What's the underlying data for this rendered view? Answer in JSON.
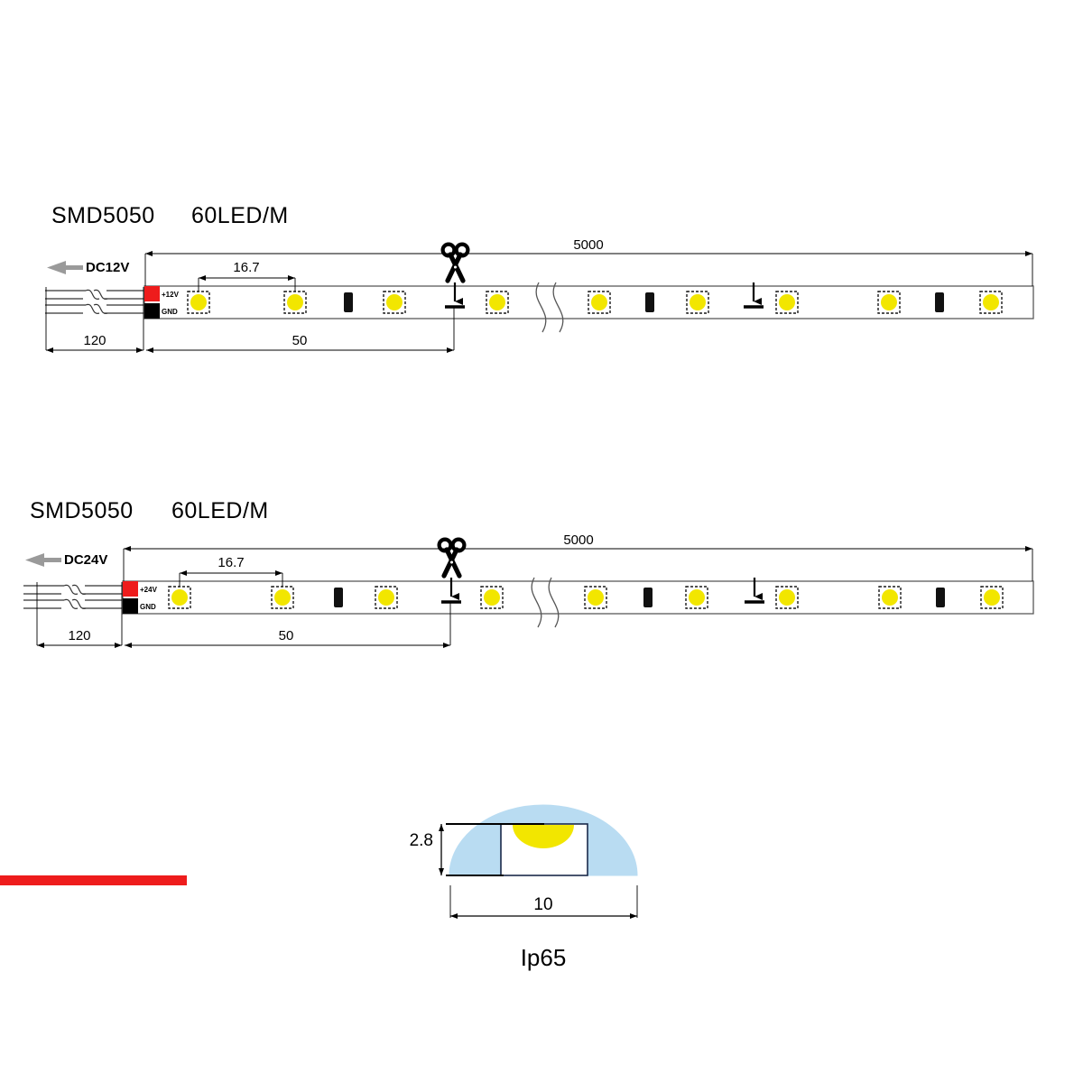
{
  "page": {
    "background": "#ffffff",
    "colors": {
      "led_body": "#ffffff",
      "led_phosphor": "#f2e600",
      "pcb_red": "#ee1c1c",
      "terminal_black": "#000000",
      "silicone_blue": "#b9dcf2",
      "line": "#000000",
      "arrow_grey": "#9a9a9a"
    }
  },
  "strips": [
    {
      "id": "strip-12v",
      "title": "SMD5050",
      "density": "60LED/M",
      "supply_label": "DC12V",
      "terminal_positive": "+12V",
      "terminal_ground": "GND",
      "dim_total": "5000",
      "dim_pitch": "16.7",
      "dim_lead": "120",
      "dim_cut": "50"
    },
    {
      "id": "strip-24v",
      "title": "SMD5050",
      "density": "60LED/M",
      "supply_label": "DC24V",
      "terminal_positive": "+24V",
      "terminal_ground": "GND",
      "dim_total": "5000",
      "dim_pitch": "16.7",
      "dim_lead": "120",
      "dim_cut": "50"
    }
  ],
  "cross_section": {
    "height_label": "2.8",
    "width_label": "10",
    "rating_label": "Ip65"
  }
}
